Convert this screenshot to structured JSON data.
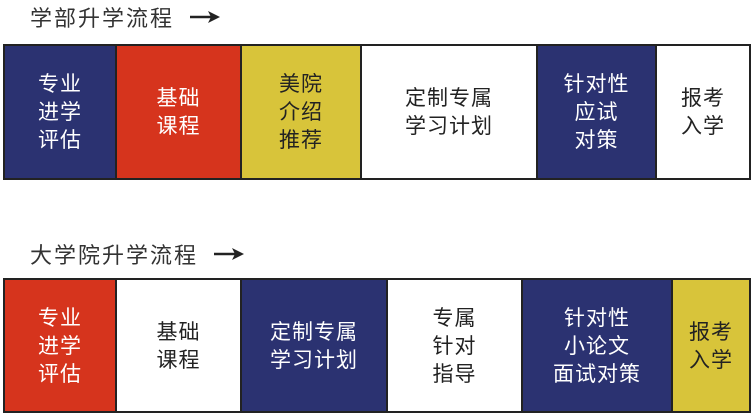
{
  "undergrad": {
    "title": "学部升学流程",
    "steps": [
      {
        "label": "专业\n进学\n评估",
        "bg": "#2b3271",
        "fg": "#ffffff"
      },
      {
        "label": "基础\n课程",
        "bg": "#d6341d",
        "fg": "#ffffff"
      },
      {
        "label": "美院\n介绍\n推荐",
        "bg": "#d8c43a",
        "fg": "#222222"
      },
      {
        "label": "定制专属\n学习计划",
        "bg": "#ffffff",
        "fg": "#222222"
      },
      {
        "label": "针对性\n应试\n对策",
        "bg": "#2b3271",
        "fg": "#ffffff"
      },
      {
        "label": "报考\n入学",
        "bg": "#ffffff",
        "fg": "#222222"
      }
    ]
  },
  "graduate": {
    "title": "大学院升学流程",
    "steps": [
      {
        "label": "专业\n进学\n评估",
        "bg": "#d6341d",
        "fg": "#ffffff"
      },
      {
        "label": "基础\n课程",
        "bg": "#ffffff",
        "fg": "#222222"
      },
      {
        "label": "定制专属\n学习计划",
        "bg": "#2b3271",
        "fg": "#ffffff"
      },
      {
        "label": "专属\n针对\n指导",
        "bg": "#ffffff",
        "fg": "#222222"
      },
      {
        "label": "针对性\n小论文\n面试对策",
        "bg": "#2b3271",
        "fg": "#ffffff"
      },
      {
        "label": "报考\n入学",
        "bg": "#d8c43a",
        "fg": "#222222"
      }
    ]
  }
}
